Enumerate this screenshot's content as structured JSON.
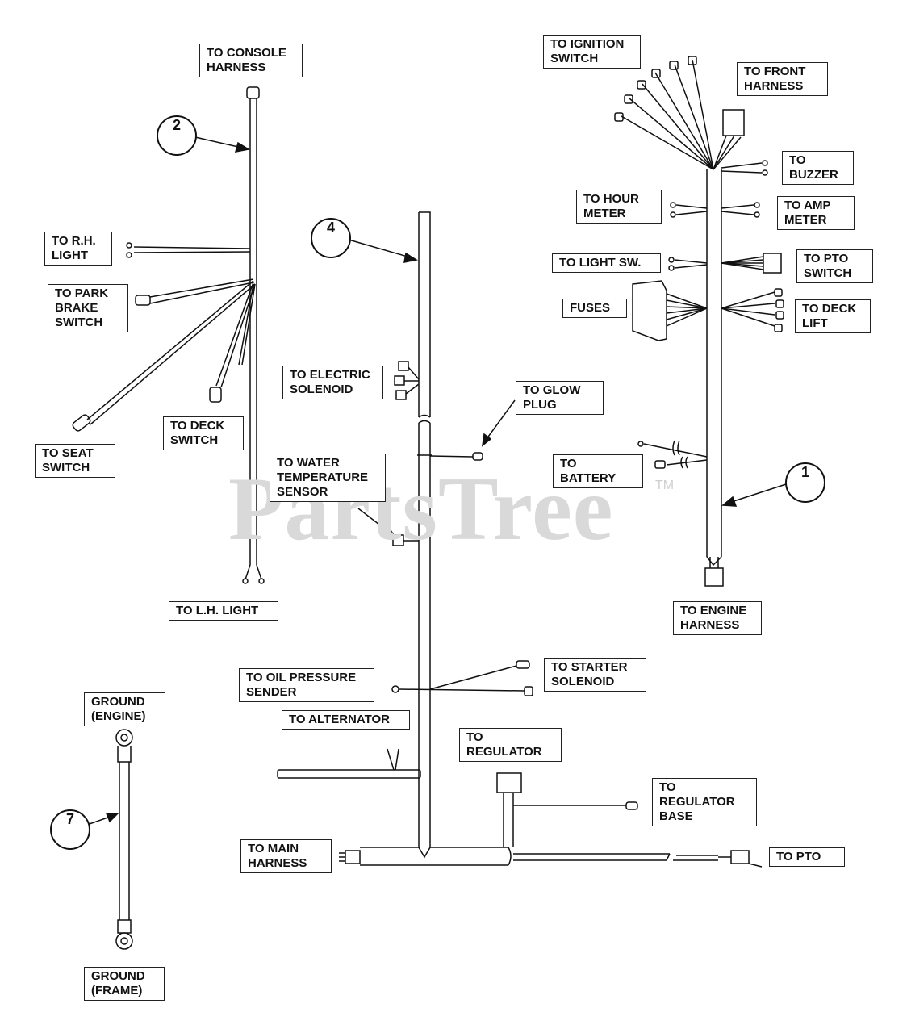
{
  "labels": {
    "console_harness": "TO CONSOLE\nHARNESS",
    "rh_light": "TO R.H.\nLIGHT",
    "park_brake": "TO PARK\nBRAKE\nSWITCH",
    "seat_switch": "TO SEAT\nSWITCH",
    "deck_switch": "TO DECK\nSWITCH",
    "lh_light": "TO L.H. LIGHT",
    "ignition_switch": "TO IGNITION\nSWITCH",
    "front_harness": "TO FRONT\nHARNESS",
    "buzzer": "TO\nBUZZER",
    "hour_meter": "TO HOUR\nMETER",
    "amp_meter": "TO AMP\nMETER",
    "light_sw": "TO LIGHT SW.",
    "pto_switch": "TO PTO\nSWITCH",
    "fuses": "FUSES",
    "deck_lift": "TO DECK\nLIFT",
    "battery": "TO\nBATTERY",
    "engine_harness": "TO ENGINE\nHARNESS",
    "electric_solenoid": "TO ELECTRIC\nSOLENOID",
    "glow_plug": "TO GLOW\nPLUG",
    "water_temp": "TO WATER\nTEMPERATURE\nSENSOR",
    "oil_pressure": "TO OIL PRESSURE\nSENDER",
    "starter_solenoid": "TO STARTER\nSOLENOID",
    "alternator": "TO ALTERNATOR",
    "regulator": "TO\nREGULATOR",
    "regulator_base": "TO\nREGULATOR\nBASE",
    "main_harness": "TO MAIN\nHARNESS",
    "pto": "TO PTO",
    "ground_engine": "GROUND\n(ENGINE)",
    "ground_frame": "GROUND\n(FRAME)"
  },
  "callouts": {
    "harness_1": "1",
    "harness_2": "2",
    "harness_4": "4",
    "harness_7": "7"
  },
  "watermark": {
    "text": "PartsTree",
    "tm": "TM"
  },
  "colors": {
    "line": "#111111",
    "watermark": "#d9d9d9"
  }
}
